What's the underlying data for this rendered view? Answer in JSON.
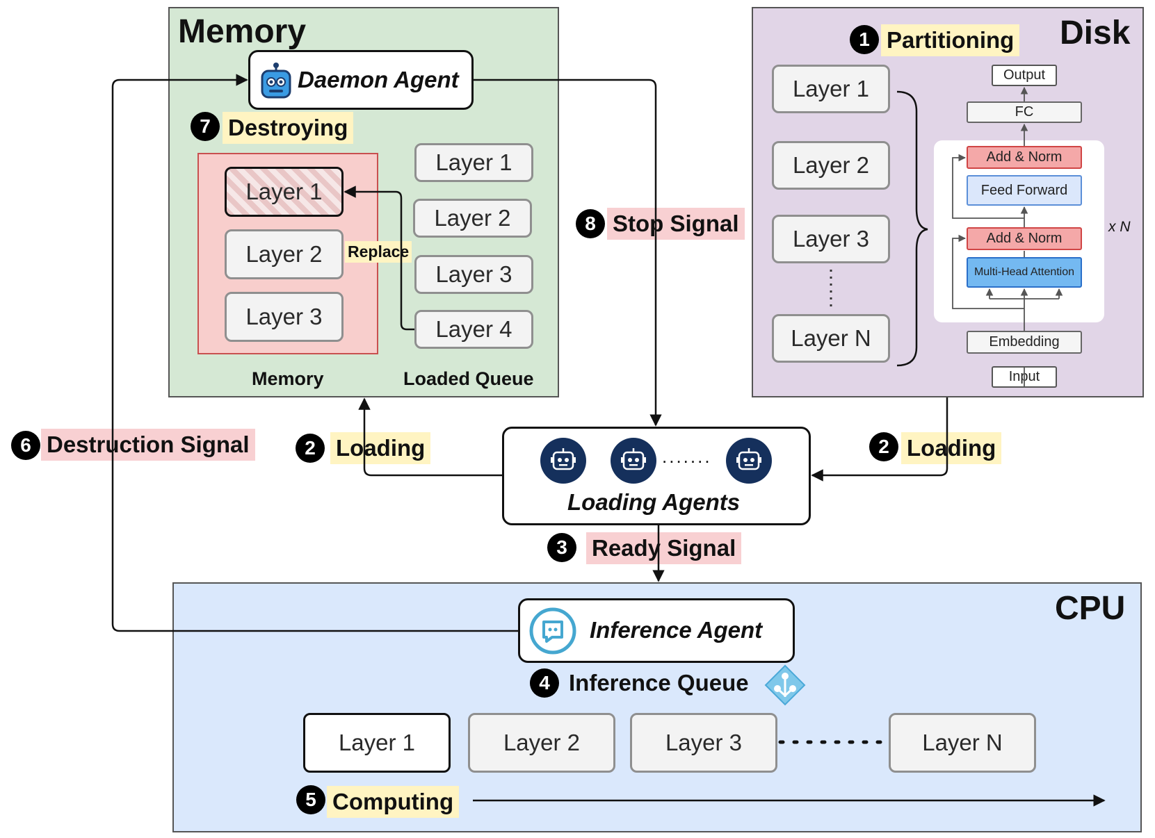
{
  "memory_panel": {
    "title": "Memory",
    "daemon_agent": "Daemon Agent",
    "destroying": {
      "num": "7",
      "label": "Destroying"
    },
    "memory_layers": [
      "Layer 1",
      "Layer 2",
      "Layer 3"
    ],
    "replace_label": "Replace",
    "queue_layers": [
      "Layer 1",
      "Layer 2",
      "Layer 3",
      "Layer 4"
    ],
    "memory_caption": "Memory",
    "queue_caption": "Loaded Queue"
  },
  "disk_panel": {
    "title": "Disk",
    "partitioning": {
      "num": "1",
      "label": "Partitioning"
    },
    "layers": [
      "Layer 1",
      "Layer 2",
      "Layer 3",
      "Layer N"
    ],
    "transformer": {
      "output": "Output",
      "fc": "FC",
      "add_norm_top": "Add & Norm",
      "feed_forward": "Feed Forward",
      "add_norm_bottom": "Add & Norm",
      "attention": "Multi-Head Attention",
      "embedding": "Embedding",
      "input": "Input",
      "repeat": "x N"
    }
  },
  "signals": {
    "stop": {
      "num": "8",
      "label": "Stop Signal"
    },
    "destruction": {
      "num": "6",
      "label": "Destruction Signal"
    },
    "loading_left": {
      "num": "2",
      "label": "Loading"
    },
    "loading_right": {
      "num": "2",
      "label": "Loading"
    },
    "ready": {
      "num": "3",
      "label": "Ready Signal"
    }
  },
  "loading_agents": {
    "label": "Loading Agents",
    "dots": "......."
  },
  "cpu_panel": {
    "title": "CPU",
    "inference_agent": "Inference Agent",
    "inference_queue": {
      "num": "4",
      "label": "Inference Queue"
    },
    "layers": [
      "Layer 1",
      "Layer 2",
      "Layer 3",
      "Layer N"
    ],
    "computing": {
      "num": "5",
      "label": "Computing"
    }
  },
  "colors": {
    "memory_bg": "#d5e8d4",
    "disk_bg": "#e1d5e7",
    "cpu_bg": "#dae8fc",
    "memory_inner_bg": "#f8cecc",
    "highlight_yellow": "#fff4c2",
    "highlight_pink": "#f8d0d2",
    "robot_navy": "#15305c"
  }
}
